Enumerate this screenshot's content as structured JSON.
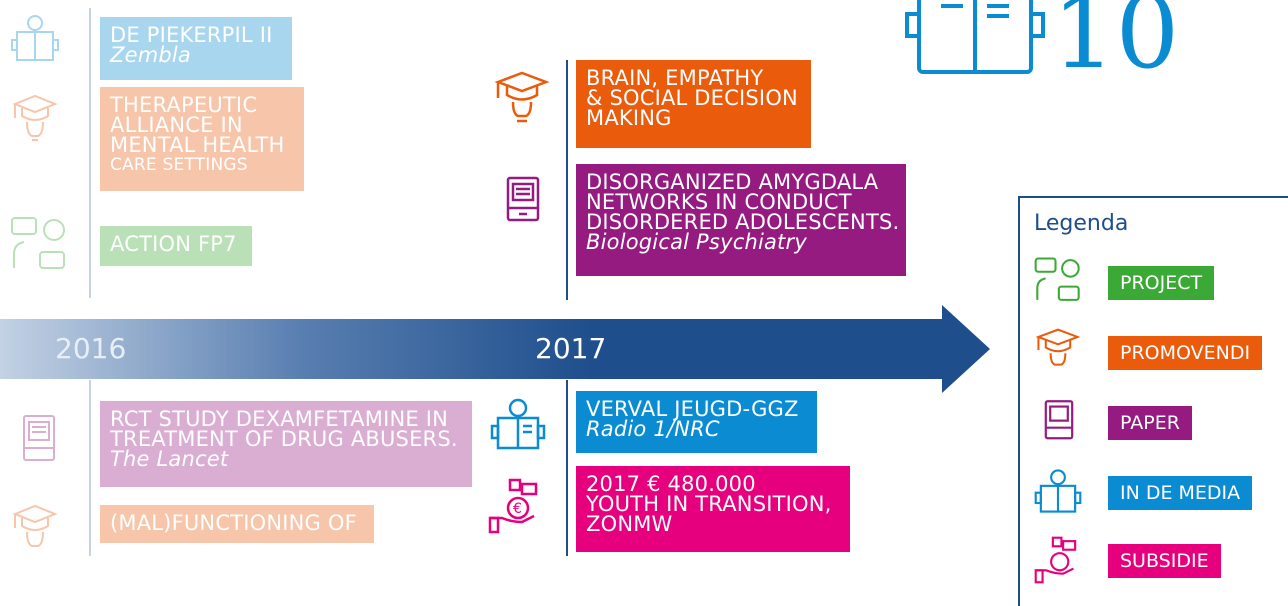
{
  "colors": {
    "project": "#3aa935",
    "promovendi": "#ea5b0c",
    "paper": "#951b81",
    "media": "#0b8bd2",
    "subsidie": "#e6007e",
    "timeline": "#1e4e8c",
    "timeline_faded": "#c7d3e3"
  },
  "counter": {
    "value": "10",
    "icon": "book-reader-icon"
  },
  "timeline": {
    "years": [
      "2016",
      "2017"
    ]
  },
  "entries_2016_top": [
    {
      "type": "media",
      "icon": "book-reader-icon",
      "lines": [
        "DE PIEKERPIL II"
      ],
      "sub": "Zembla"
    },
    {
      "type": "promovendi",
      "icon": "graduation-cap-bulb-icon",
      "lines": [
        "THERAPEUTIC",
        "ALLIANCE IN",
        "MENTAL HEALTH",
        "CARE SETTINGS"
      ],
      "sub": ""
    },
    {
      "type": "project",
      "icon": "speech-bubbles-icon",
      "lines": [
        "ACTION FP7"
      ],
      "sub": ""
    }
  ],
  "entries_2016_bottom": [
    {
      "type": "paper",
      "icon": "document-icon",
      "lines": [
        "RCT STUDY DEXAMFETAMINE IN",
        "TREATMENT OF DRUG ABUSERS."
      ],
      "sub": "The Lancet"
    },
    {
      "type": "promovendi",
      "icon": "graduation-cap-bulb-icon",
      "lines": [
        "(MAL)FUNCTIONING OF"
      ],
      "sub": ""
    }
  ],
  "entries_2017_top": [
    {
      "type": "promovendi",
      "icon": "graduation-cap-bulb-icon",
      "lines": [
        "BRAIN, EMPATHY",
        "& SOCIAL DECISION",
        "MAKING"
      ],
      "sub": ""
    },
    {
      "type": "paper",
      "icon": "document-icon",
      "lines": [
        "DISORGANIZED AMYGDALA",
        "NETWORKS IN CONDUCT",
        "DISORDERED ADOLESCENTS."
      ],
      "sub": "Biological Psychiatry"
    }
  ],
  "entries_2017_bottom": [
    {
      "type": "media",
      "icon": "book-reader-icon",
      "lines": [
        "VERVAL JEUGD-GGZ"
      ],
      "sub": "Radio 1/NRC"
    },
    {
      "type": "subsidie",
      "icon": "hand-money-icon",
      "lines": [
        "2017  € 480.000",
        "YOUTH IN TRANSITION,",
        "ZONMW"
      ],
      "sub": ""
    }
  ],
  "legend": {
    "title": "Legenda",
    "items": [
      {
        "type": "project",
        "label": "PROJECT",
        "icon": "speech-bubbles-icon"
      },
      {
        "type": "promovendi",
        "label": "PROMOVENDI",
        "icon": "graduation-cap-bulb-icon"
      },
      {
        "type": "paper",
        "label": "PAPER",
        "icon": "document-icon"
      },
      {
        "type": "media",
        "label": "IN DE MEDIA",
        "icon": "book-reader-icon"
      },
      {
        "type": "subsidie",
        "label": "SUBSIDIE",
        "icon": "hand-money-icon"
      }
    ]
  }
}
